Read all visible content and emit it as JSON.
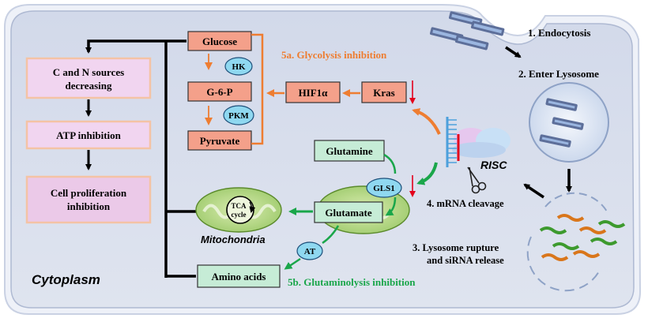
{
  "labels": {
    "cytoplasm": "Cytoplasm",
    "mitochondria": "Mitochondria",
    "tca": "TCA",
    "cycle": "cycle",
    "risc": "RISC"
  },
  "steps": {
    "endocytosis": "1. Endocytosis",
    "enter_lysosome": "2. Enter Lysosome",
    "rupture_line1": "3. Lysosome rupture",
    "rupture_line2": "and siRNA release",
    "mrna_cleavage": "4. mRNA cleavage",
    "glycolysis_inhibition": "5a. Glycolysis inhibition",
    "glutaminolysis_inhibition": "5b. Glutaminolysis inhibition"
  },
  "boxes": {
    "cn_sources_line1": "C and N sources",
    "cn_sources_line2": "decreasing",
    "atp": "ATP inhibition",
    "prolif_line1": "Cell proliferation",
    "prolif_line2": "inhibition",
    "glucose": "Glucose",
    "g6p": "G-6-P",
    "pyruvate": "Pyruvate",
    "hif1a": "HIF1α",
    "kras": "Kras",
    "glutamine": "Glutamine",
    "glutamate": "Glutamate",
    "amino_acids": "Amino acids"
  },
  "enzymes": {
    "hk": "HK",
    "pkm": "PKM",
    "gls1": "GLS1",
    "at": "AT"
  },
  "colors": {
    "orange": "#ee7d31",
    "green": "#1aa64a",
    "red_box": "#f4a08a",
    "green_box": "#c6ecd6",
    "pink_box": "#f1d5f0",
    "cell_bg": "#dbe1ee",
    "enzyme": "#8fd8f0"
  }
}
